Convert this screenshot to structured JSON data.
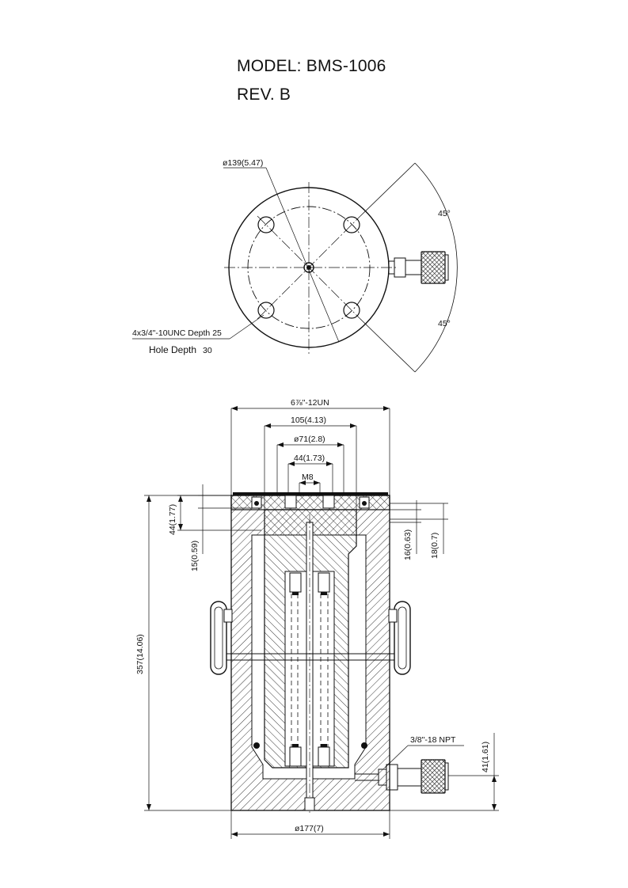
{
  "header": {
    "model": "MODEL: BMS-1006",
    "revision": "REV. B"
  },
  "top_view": {
    "diameter_label": "ø139(5.47)",
    "angle_upper": "45°",
    "angle_lower": "45°",
    "thread_note": "4x3/4\"-10UNC Depth 25",
    "hole_depth_label": "Hole Depth",
    "hole_depth_value": "30"
  },
  "section_view": {
    "thread_top": "6⅞\"-12UN",
    "width_105": "105(4.13)",
    "dia_71": "ø71(2.8)",
    "width_44": "44(1.73)",
    "m8": "M8",
    "height_44": "44(1.77)",
    "height_15": "15(0.59)",
    "height_16": "16(0.63)",
    "height_18": "18(0.7)",
    "height_357": "357(14.06)",
    "port_thread": "3/8\"-18 NPT",
    "height_41": "41(1.61)",
    "dia_177": "ø177(7)"
  }
}
